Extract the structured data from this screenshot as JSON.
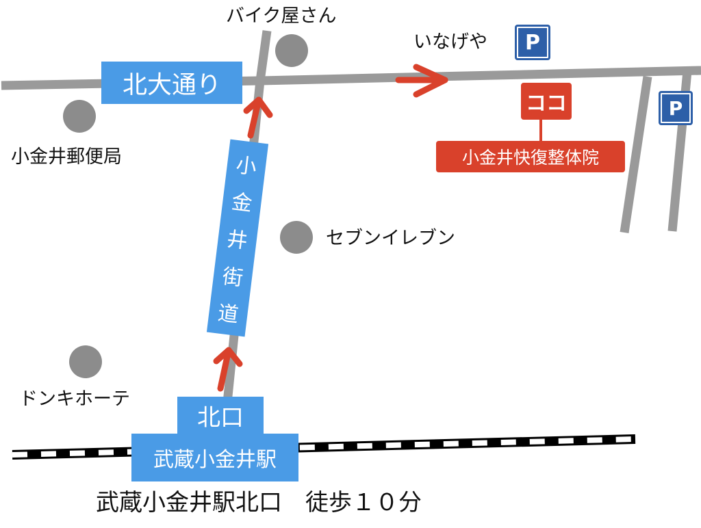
{
  "streets": {
    "kita_odori": "北大通り",
    "koganei_kaido": [
      "小",
      "金",
      "井",
      "街",
      "道"
    ]
  },
  "station": {
    "exit_label": "北口",
    "name": "武蔵小金井駅"
  },
  "landmarks": {
    "bike_shop": "バイク屋さん",
    "post_office": "小金井郵便局",
    "seven_eleven": "セブンイレブン",
    "donki": "ドンキホーテ",
    "inageya": "いなげや"
  },
  "destination": {
    "marker": "ココ",
    "name": "小金井快復整体院"
  },
  "parking": {
    "symbol": "P"
  },
  "access_note": "武蔵小金井駅北口　徒歩１０分",
  "colors": {
    "road": "#9a9a9a",
    "street_label_bg": "#4a9be6",
    "route_arrow": "#d9412b",
    "destination": "#d9412b",
    "parking": "#2d5fa8",
    "landmark_dot": "#8c8c8c"
  }
}
